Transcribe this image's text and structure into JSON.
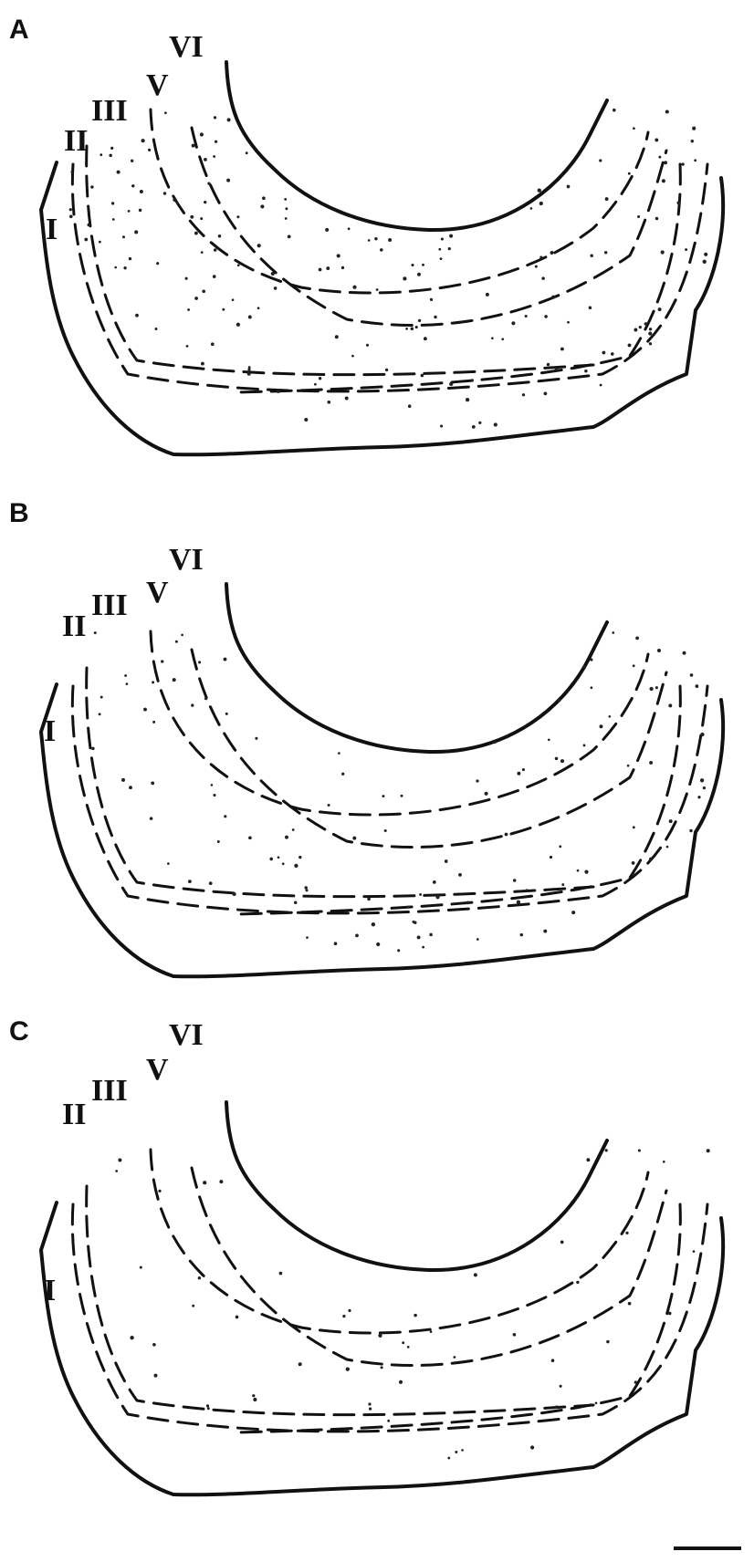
{
  "figure": {
    "layer_labels": [
      "I",
      "II",
      "III",
      "V",
      "VI"
    ],
    "panels": [
      {
        "letter": "A",
        "cell_density": "high"
      },
      {
        "letter": "B",
        "cell_density": "medium"
      },
      {
        "letter": "C",
        "cell_density": "low"
      }
    ]
  }
}
